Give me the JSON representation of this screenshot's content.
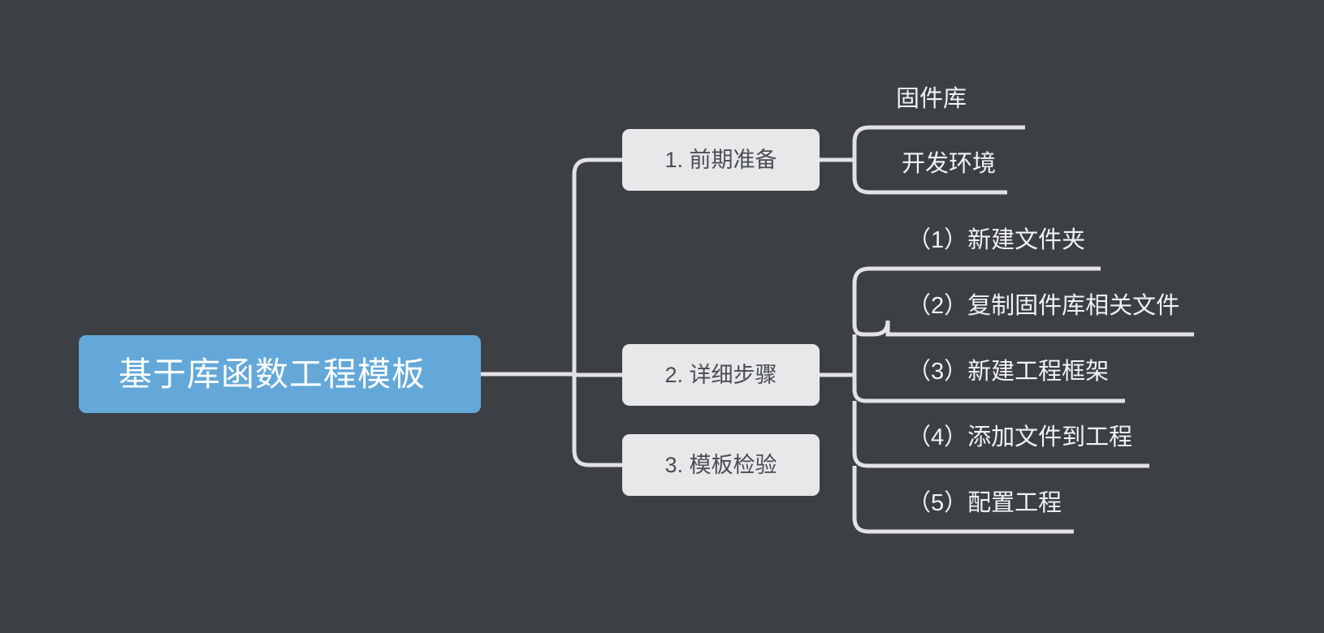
{
  "diagram": {
    "type": "mindmap",
    "title": "基于库函数工程模板",
    "background_color": "#3C3F43",
    "root_color": "#63A8D8",
    "branch_color": "#E7E8EA",
    "connector_color": "#E2E2E4",
    "root": {
      "label": "基于库函数工程模板"
    },
    "branches": [
      {
        "label": "1. 前期准备",
        "children": [
          {
            "label": "固件库"
          },
          {
            "label": "开发环境"
          }
        ]
      },
      {
        "label": "2. 详细步骤",
        "children": [
          {
            "label": "（1）新建文件夹"
          },
          {
            "label": "（2）复制固件库相关文件"
          },
          {
            "label": "（3）新建工程框架"
          },
          {
            "label": "（4）添加文件到工程"
          },
          {
            "label": "（5）配置工程"
          }
        ]
      },
      {
        "label": "3. 模板检验",
        "children": []
      }
    ]
  }
}
